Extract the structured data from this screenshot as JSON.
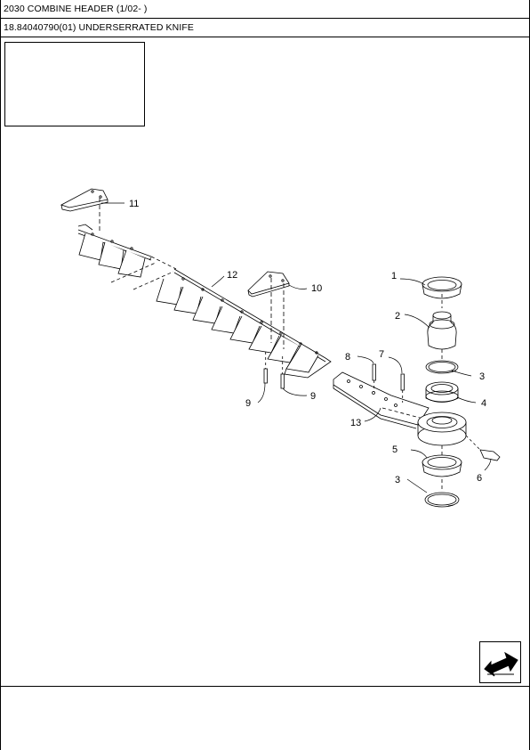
{
  "header": {
    "title": "2030 COMBINE HEADER (1/02- )",
    "subtitle": "18.84040790(01) UNDERSERRATED KNIFE"
  },
  "callouts": [
    {
      "id": "c1",
      "label": "1"
    },
    {
      "id": "c2",
      "label": "2"
    },
    {
      "id": "c3a",
      "label": "3"
    },
    {
      "id": "c3b",
      "label": "3"
    },
    {
      "id": "c4",
      "label": "4"
    },
    {
      "id": "c5",
      "label": "5"
    },
    {
      "id": "c6",
      "label": "6"
    },
    {
      "id": "c7",
      "label": "7"
    },
    {
      "id": "c8",
      "label": "8"
    },
    {
      "id": "c9a",
      "label": "9"
    },
    {
      "id": "c9b",
      "label": "9"
    },
    {
      "id": "c10",
      "label": "10"
    },
    {
      "id": "c11",
      "label": "11"
    },
    {
      "id": "c12",
      "label": "12"
    },
    {
      "id": "c13",
      "label": "13"
    }
  ],
  "icons": {
    "nav": "next-page-arrow-icon"
  }
}
